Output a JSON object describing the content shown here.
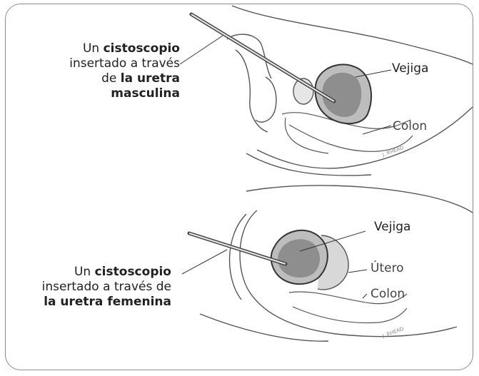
{
  "male": {
    "line1_pre": "Un ",
    "line1_bold": "cistoscopio",
    "line2": "insertado a través",
    "line3_pre": "de ",
    "line3_bold": "la uretra",
    "line4_bold": "masculina",
    "bladder_label": "Vejiga",
    "colon_label": "Colon"
  },
  "female": {
    "line1_pre": "Un ",
    "line1_bold": "cistoscopio",
    "line2": "insertado a través de",
    "line3_bold": "la uretra femenina",
    "bladder_label": "Vejiga",
    "uterus_label": "Útero",
    "colon_label": "Colon"
  },
  "signature": "J. RHEAD"
}
